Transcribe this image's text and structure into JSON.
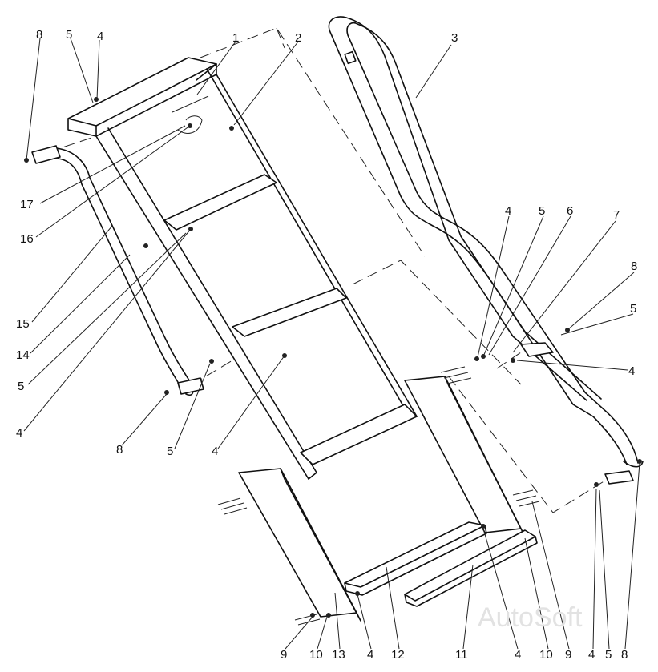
{
  "callouts": [
    {
      "id": "c1",
      "text": "1"
    },
    {
      "id": "c2",
      "text": "2"
    },
    {
      "id": "c3",
      "text": "3"
    },
    {
      "id": "c4a",
      "text": "4"
    },
    {
      "id": "c5a",
      "text": "5"
    },
    {
      "id": "c8a",
      "text": "8"
    },
    {
      "id": "c17",
      "text": "17"
    },
    {
      "id": "c16",
      "text": "16"
    },
    {
      "id": "c15",
      "text": "15"
    },
    {
      "id": "c14",
      "text": "14"
    },
    {
      "id": "c5b",
      "text": "5"
    },
    {
      "id": "c4b",
      "text": "4"
    },
    {
      "id": "c8b",
      "text": "8"
    },
    {
      "id": "c5c",
      "text": "5"
    },
    {
      "id": "c4c",
      "text": "4"
    },
    {
      "id": "c4d",
      "text": "4"
    },
    {
      "id": "c5d",
      "text": "5"
    },
    {
      "id": "c6",
      "text": "6"
    },
    {
      "id": "c7",
      "text": "7"
    },
    {
      "id": "c8c",
      "text": "8"
    },
    {
      "id": "c5e",
      "text": "5"
    },
    {
      "id": "c4e",
      "text": "4"
    },
    {
      "id": "c9a",
      "text": "9"
    },
    {
      "id": "c10a",
      "text": "10"
    },
    {
      "id": "c13",
      "text": "13"
    },
    {
      "id": "c4f",
      "text": "4"
    },
    {
      "id": "c12",
      "text": "12"
    },
    {
      "id": "c11",
      "text": "11"
    },
    {
      "id": "c4g",
      "text": "4"
    },
    {
      "id": "c10b",
      "text": "10"
    },
    {
      "id": "c9b",
      "text": "9"
    },
    {
      "id": "c4h",
      "text": "4"
    },
    {
      "id": "c5f",
      "text": "5"
    },
    {
      "id": "c8d",
      "text": "8"
    }
  ],
  "watermark": "AutoSoft"
}
